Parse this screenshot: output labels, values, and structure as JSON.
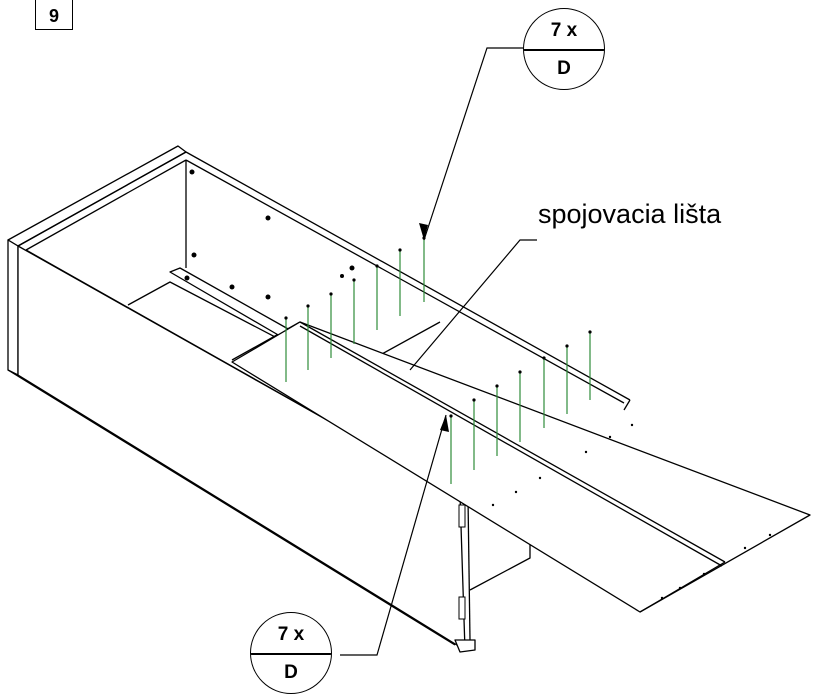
{
  "step": {
    "number": "9"
  },
  "label": {
    "part_name": "spojovacia lišta"
  },
  "callouts": [
    {
      "quantity": "7 x",
      "part_code": "D"
    },
    {
      "quantity": "7 x",
      "part_code": "D"
    }
  ],
  "colors": {
    "line": "#000000",
    "dowel": "#2e8b3a",
    "background": "#ffffff"
  }
}
